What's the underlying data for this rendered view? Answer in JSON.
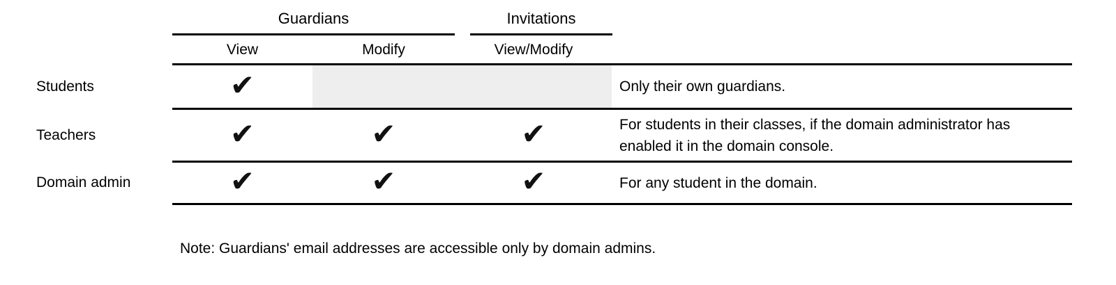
{
  "glyphs": {
    "check": "✔"
  },
  "colors": {
    "text": "#000000",
    "rule": "#000000",
    "restricted_cell_bg": "#eeeeee"
  },
  "table": {
    "groups": [
      {
        "label": "Guardians"
      },
      {
        "label": "Invitations"
      }
    ],
    "columns": [
      "View",
      "Modify",
      "View/Modify"
    ],
    "rows": [
      {
        "label": "Students",
        "view": true,
        "modify": false,
        "view_modify": false,
        "comment": "Only their own guardians."
      },
      {
        "label": "Teachers",
        "view": true,
        "modify": true,
        "view_modify": true,
        "comment": "For students in their classes, if the domain administrator has enabled it in the domain console."
      },
      {
        "label": "Domain admin",
        "view": true,
        "modify": true,
        "view_modify": true,
        "comment": "For any student in the domain."
      }
    ]
  },
  "note": "Note: Guardians' email addresses are accessible only by domain admins."
}
